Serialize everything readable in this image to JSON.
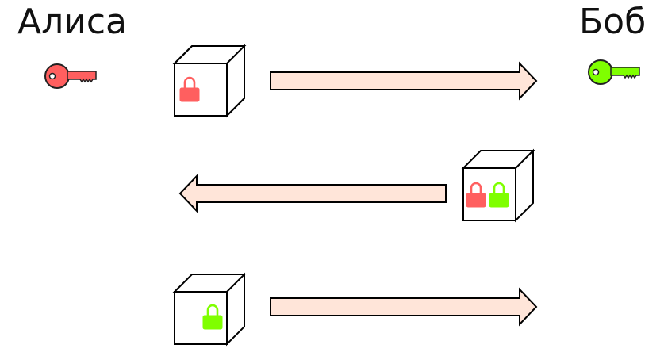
{
  "participants": {
    "alice": {
      "name": "Алиса",
      "key_color": "#FF5F5F"
    },
    "bob": {
      "name": "Боб",
      "key_color": "#7FFF00"
    }
  },
  "colors": {
    "arrow_fill": "#FFE5D9",
    "stroke": "#000000",
    "box_fill": "#FFFFFF"
  },
  "steps": [
    {
      "direction": "alice-to-bob",
      "locks": [
        "alice"
      ]
    },
    {
      "direction": "bob-to-alice",
      "locks": [
        "alice",
        "bob"
      ]
    },
    {
      "direction": "alice-to-bob",
      "locks": [
        "bob"
      ]
    }
  ]
}
